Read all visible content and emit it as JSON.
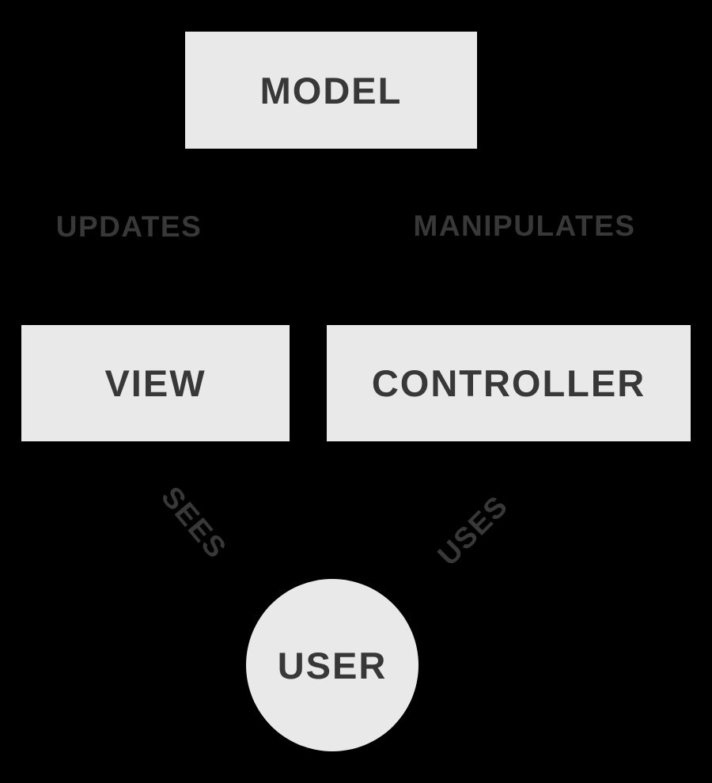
{
  "colors": {
    "background": "#000000",
    "node_fill": "#e9e9e9",
    "label_text": "#383838"
  },
  "nodes": {
    "model": {
      "label": "MODEL",
      "shape": "rectangle"
    },
    "view": {
      "label": "VIEW",
      "shape": "rectangle"
    },
    "controller": {
      "label": "CONTROLLER",
      "shape": "rectangle"
    },
    "user": {
      "label": "USER",
      "shape": "circle"
    }
  },
  "edge_labels": {
    "updates": "UPDATES",
    "manipulates": "MANIPULATES",
    "sees": "SEES",
    "uses": "USES"
  }
}
